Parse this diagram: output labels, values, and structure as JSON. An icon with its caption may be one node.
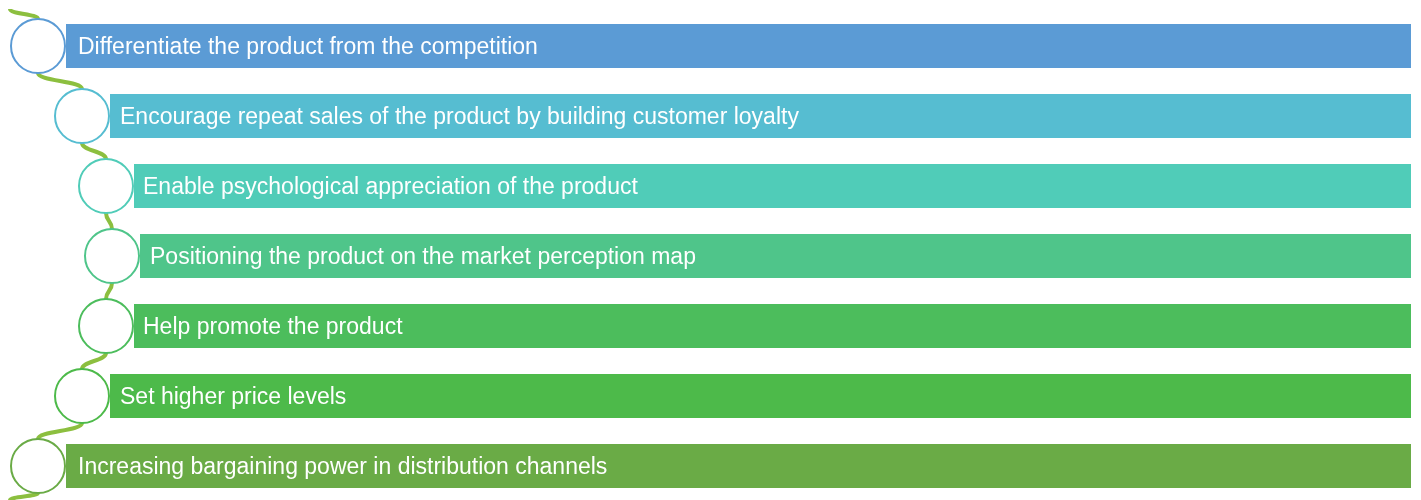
{
  "diagram": {
    "nodes": [
      {
        "text": [],
        "shape": "circle"
      },
      {
        "text": [
          "Differentiate the product from the competition"
        ]
      },
      {
        "text": [],
        "shape": "circle"
      },
      {
        "text": [
          "Encourage repeat sales of the product by building customer loyalty"
        ]
      },
      {
        "text": [],
        "shape": "circle"
      },
      {
        "text": [
          "Enable psychological appreciation of the product"
        ]
      },
      {
        "text": [],
        "shape": "circle"
      },
      {
        "text": [
          "Positioning the product on the market perception map"
        ]
      },
      {
        "text": [],
        "shape": "circle"
      },
      {
        "text": [
          "Help promote the product"
        ]
      },
      {
        "text": [],
        "shape": "circle"
      },
      {
        "text": [
          "Set higher price levels"
        ]
      },
      {
        "text": [],
        "shape": "circle"
      },
      {
        "text": [
          "Increasing bargaining power in distribution channels"
        ]
      }
    ],
    "edges": [
      {
        "from": null,
        "to": 0,
        "arrow": "none"
      },
      {
        "from": 0,
        "to": 2,
        "arrow": "none"
      },
      {
        "from": 2,
        "to": 4,
        "arrow": "none"
      },
      {
        "from": 4,
        "to": 6,
        "arrow": "none"
      },
      {
        "from": 6,
        "to": 8,
        "arrow": "none"
      },
      {
        "from": 8,
        "to": 10,
        "arrow": "none"
      },
      {
        "from": 10,
        "to": 12,
        "arrow": "none"
      },
      {
        "from": 12,
        "to": null,
        "arrow": "none"
      }
    ]
  }
}
